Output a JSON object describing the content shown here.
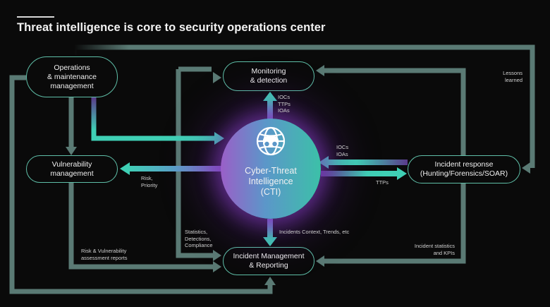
{
  "title": "Threat intelligence is core to security operations center",
  "colors": {
    "background": "#0a0a0a",
    "connector": "#5a7a74",
    "cti_arrow": "#3fd0b5",
    "cti_purple": "#9a5fc8",
    "node_border": "#5fbfa8"
  },
  "nodes": {
    "operations": {
      "lines": [
        "Operations",
        "& maintenance",
        "management"
      ]
    },
    "monitoring": {
      "lines": [
        "Monitoring",
        "& detection"
      ]
    },
    "vulnerability": {
      "lines": [
        "Vulnerability",
        "management"
      ]
    },
    "incident_response": {
      "lines": [
        "Incident response",
        "(Hunting/Forensics/SOAR)"
      ]
    },
    "incident_management": {
      "lines": [
        "Incident Management",
        "& Reporting"
      ]
    },
    "cti": {
      "icon": "binoculars-globe-icon",
      "lines": [
        "Cyber-Threat",
        "Intelligence",
        "(CTI)"
      ]
    }
  },
  "labels": {
    "cti_to_monitoring": [
      "IOCs",
      "TTPs",
      "IOAs"
    ],
    "lessons_learned": [
      "Lessons",
      "learned"
    ],
    "ir_to_cti": [
      "IOCs",
      "IOAs"
    ],
    "cti_to_ir": [
      "TTPs"
    ],
    "cti_to_vuln": [
      "Risk,",
      "Priority"
    ],
    "to_reporting_stats": [
      "Statistics,",
      "Detections,",
      "Compliance"
    ],
    "cti_to_reporting": [
      "Incidents Context, Trends, etc"
    ],
    "vuln_reports": [
      "Risk & Vulnerability",
      "assessment reports"
    ],
    "incident_stats": [
      "Incident statistics",
      "and KPIs"
    ]
  }
}
